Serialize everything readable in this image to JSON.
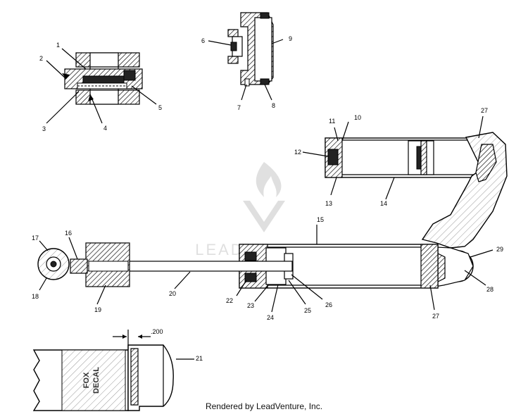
{
  "watermark": {
    "text": "LEADVENTURE"
  },
  "footer": {
    "text": "Rendered by LeadVenture, Inc."
  },
  "dimension": {
    "label": ".200"
  },
  "decal": {
    "text": "FOX\nDECAL"
  },
  "callouts": [
    "1",
    "2",
    "3",
    "4",
    "5",
    "6",
    "7",
    "8",
    "9",
    "10",
    "11",
    "12",
    "13",
    "14",
    "15",
    "16",
    "17",
    "18",
    "19",
    "20",
    "21",
    "22",
    "23",
    "24",
    "25",
    "26",
    "27",
    "27",
    "28",
    "29"
  ]
}
